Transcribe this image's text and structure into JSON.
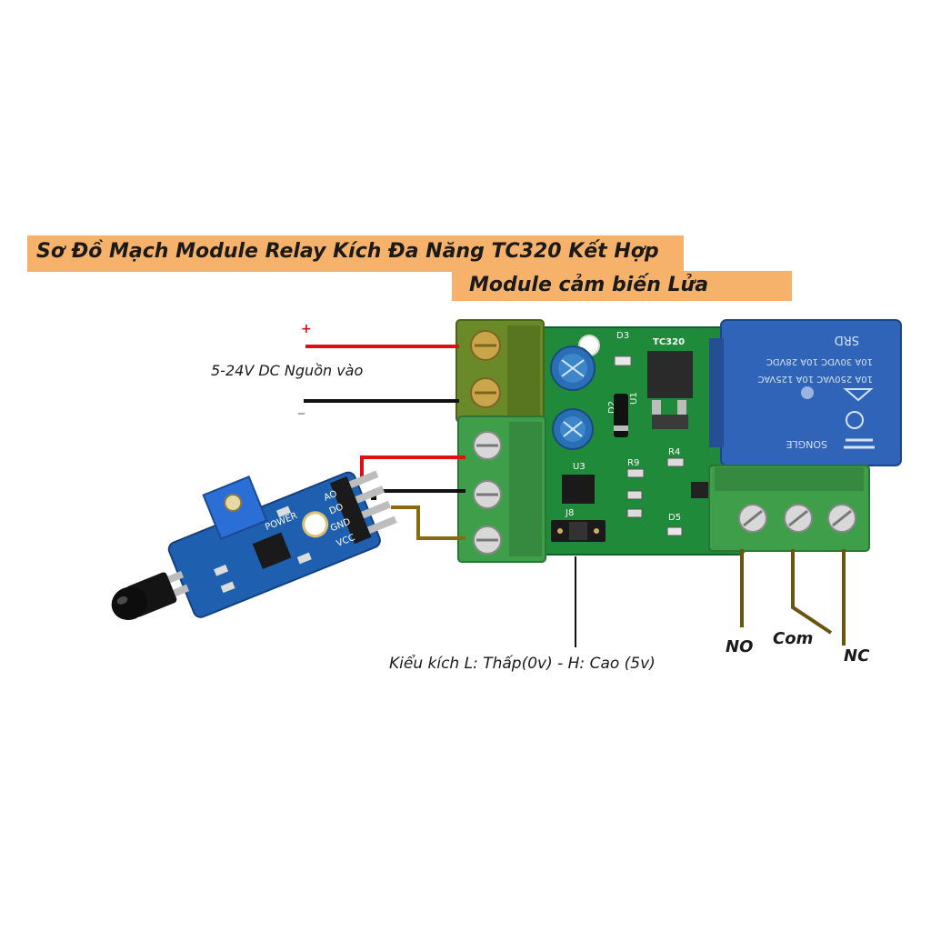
{
  "title": {
    "line1": "Sơ Đồ Mạch Module Relay Kích Đa Năng TC320 Kết Hợp",
    "line2": "Module cảm biến Lửa"
  },
  "power_input": {
    "plus_sign": "+",
    "minus_sign": "_",
    "label": "5-24V DC  Nguồn vào"
  },
  "trigger_mode_label": "Kiểu kích L: Thấp(0v) - H: Cao (5v)",
  "relay_terminals": {
    "no": "NO",
    "com": "Com",
    "nc": "NC"
  },
  "board": {
    "model": "TC320",
    "relay_text": [
      "SRD",
      "10A 30VDC 10A 28VDC",
      "10A 250VAC 10A 125VAC",
      "SONGLE"
    ],
    "component_labels": [
      "D3",
      "U1",
      "D2",
      "R4",
      "R9",
      "U3",
      "J8",
      "D5"
    ]
  },
  "sensor": {
    "labels": [
      "POWER",
      "AO",
      "DO",
      "GND",
      "VCC"
    ]
  },
  "colors": {
    "title_band": "#f6b26b",
    "wire_red": "#e01010",
    "wire_black": "#111111",
    "wire_brown": "#8a6a10",
    "terminal_green": "#3f9e4a",
    "pcb_green": "#1f8a3a",
    "relay_blue": "#2f64b8",
    "sensor_blue": "#1f5fb0"
  }
}
